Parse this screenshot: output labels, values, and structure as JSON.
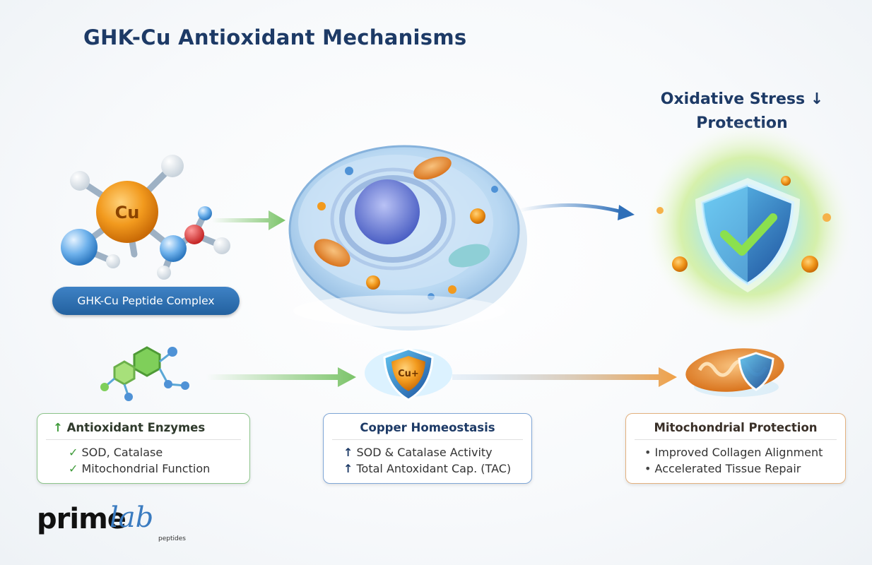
{
  "title": "GHK-Cu Antioxidant Mechanisms",
  "outcome": {
    "line1": "Oxidative Stress",
    "arrow": "↓",
    "line2": "Protection"
  },
  "molecule": {
    "atom_label": "Cu",
    "caption": "GHK-Cu Peptide Complex"
  },
  "copper_shield_label": "Cu+",
  "cards": [
    {
      "title_marker": "↑",
      "title": "Antioxidant Enzymes",
      "lines": [
        {
          "marker": "✓",
          "text": "SOD, Catalase"
        },
        {
          "marker": "✓",
          "text": "Mitochondrial Function"
        }
      ]
    },
    {
      "title": "Copper Homeostasis",
      "lines": [
        {
          "marker": "↑",
          "text": "SOD & Catalase Activity"
        },
        {
          "marker": "↑",
          "text": "Total Antoxidant Cap. (TAC)"
        }
      ]
    },
    {
      "title": "Mitochondrial Protection",
      "lines": [
        {
          "marker": "•",
          "text": "Improved Collagen Alignment"
        },
        {
          "marker": "•",
          "text": "Accelerated Tissue Repair"
        }
      ]
    }
  ],
  "logo": {
    "prime": "prime",
    "lab": "lab",
    "sub": "peptides"
  },
  "colors": {
    "title": "#1d3a66",
    "green_arrow": "#7cc46a",
    "blue_arrow": "#4a86c8",
    "orange_arrow": "#f0a046",
    "copper": "#f29a1e"
  },
  "icons": [
    "molecule-icon",
    "cell-icon",
    "shield-check-icon",
    "peptide-chain-icon",
    "copper-shield-icon",
    "mitochondria-shield-icon"
  ]
}
